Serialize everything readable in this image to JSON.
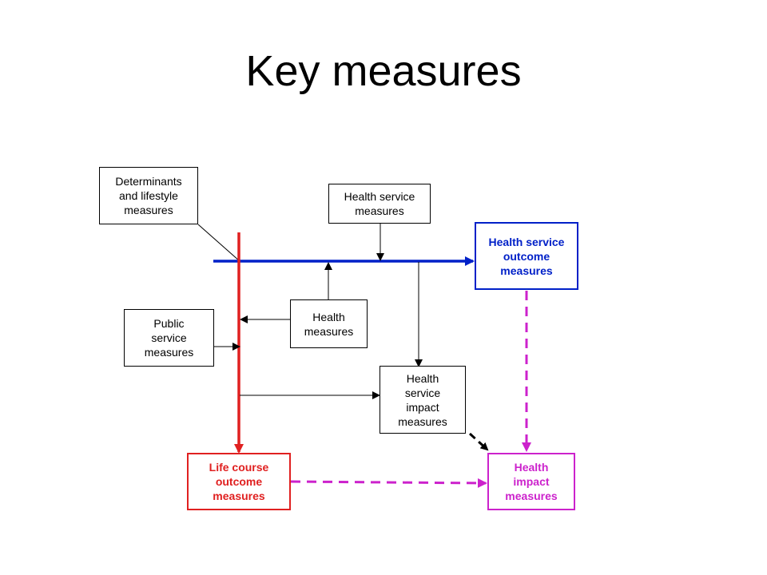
{
  "title": "Key measures",
  "colors": {
    "blue": "#0020c8",
    "red": "#e02020",
    "magenta": "#cc22cc",
    "black": "#000000"
  },
  "boxes": {
    "determinants": "Determinants\nand lifestyle\nmeasures",
    "health_service": "Health service\nmeasures",
    "health_service_outcome": "Health service\noutcome\nmeasures",
    "public_service": "Public\nservice\nmeasures",
    "health": "Health\nmeasures",
    "health_service_impact": "Health\nservice\nimpact\nmeasures",
    "life_course_outcome": "Life course\noutcome\nmeasures",
    "health_impact": "Health\nimpact\nmeasures"
  }
}
